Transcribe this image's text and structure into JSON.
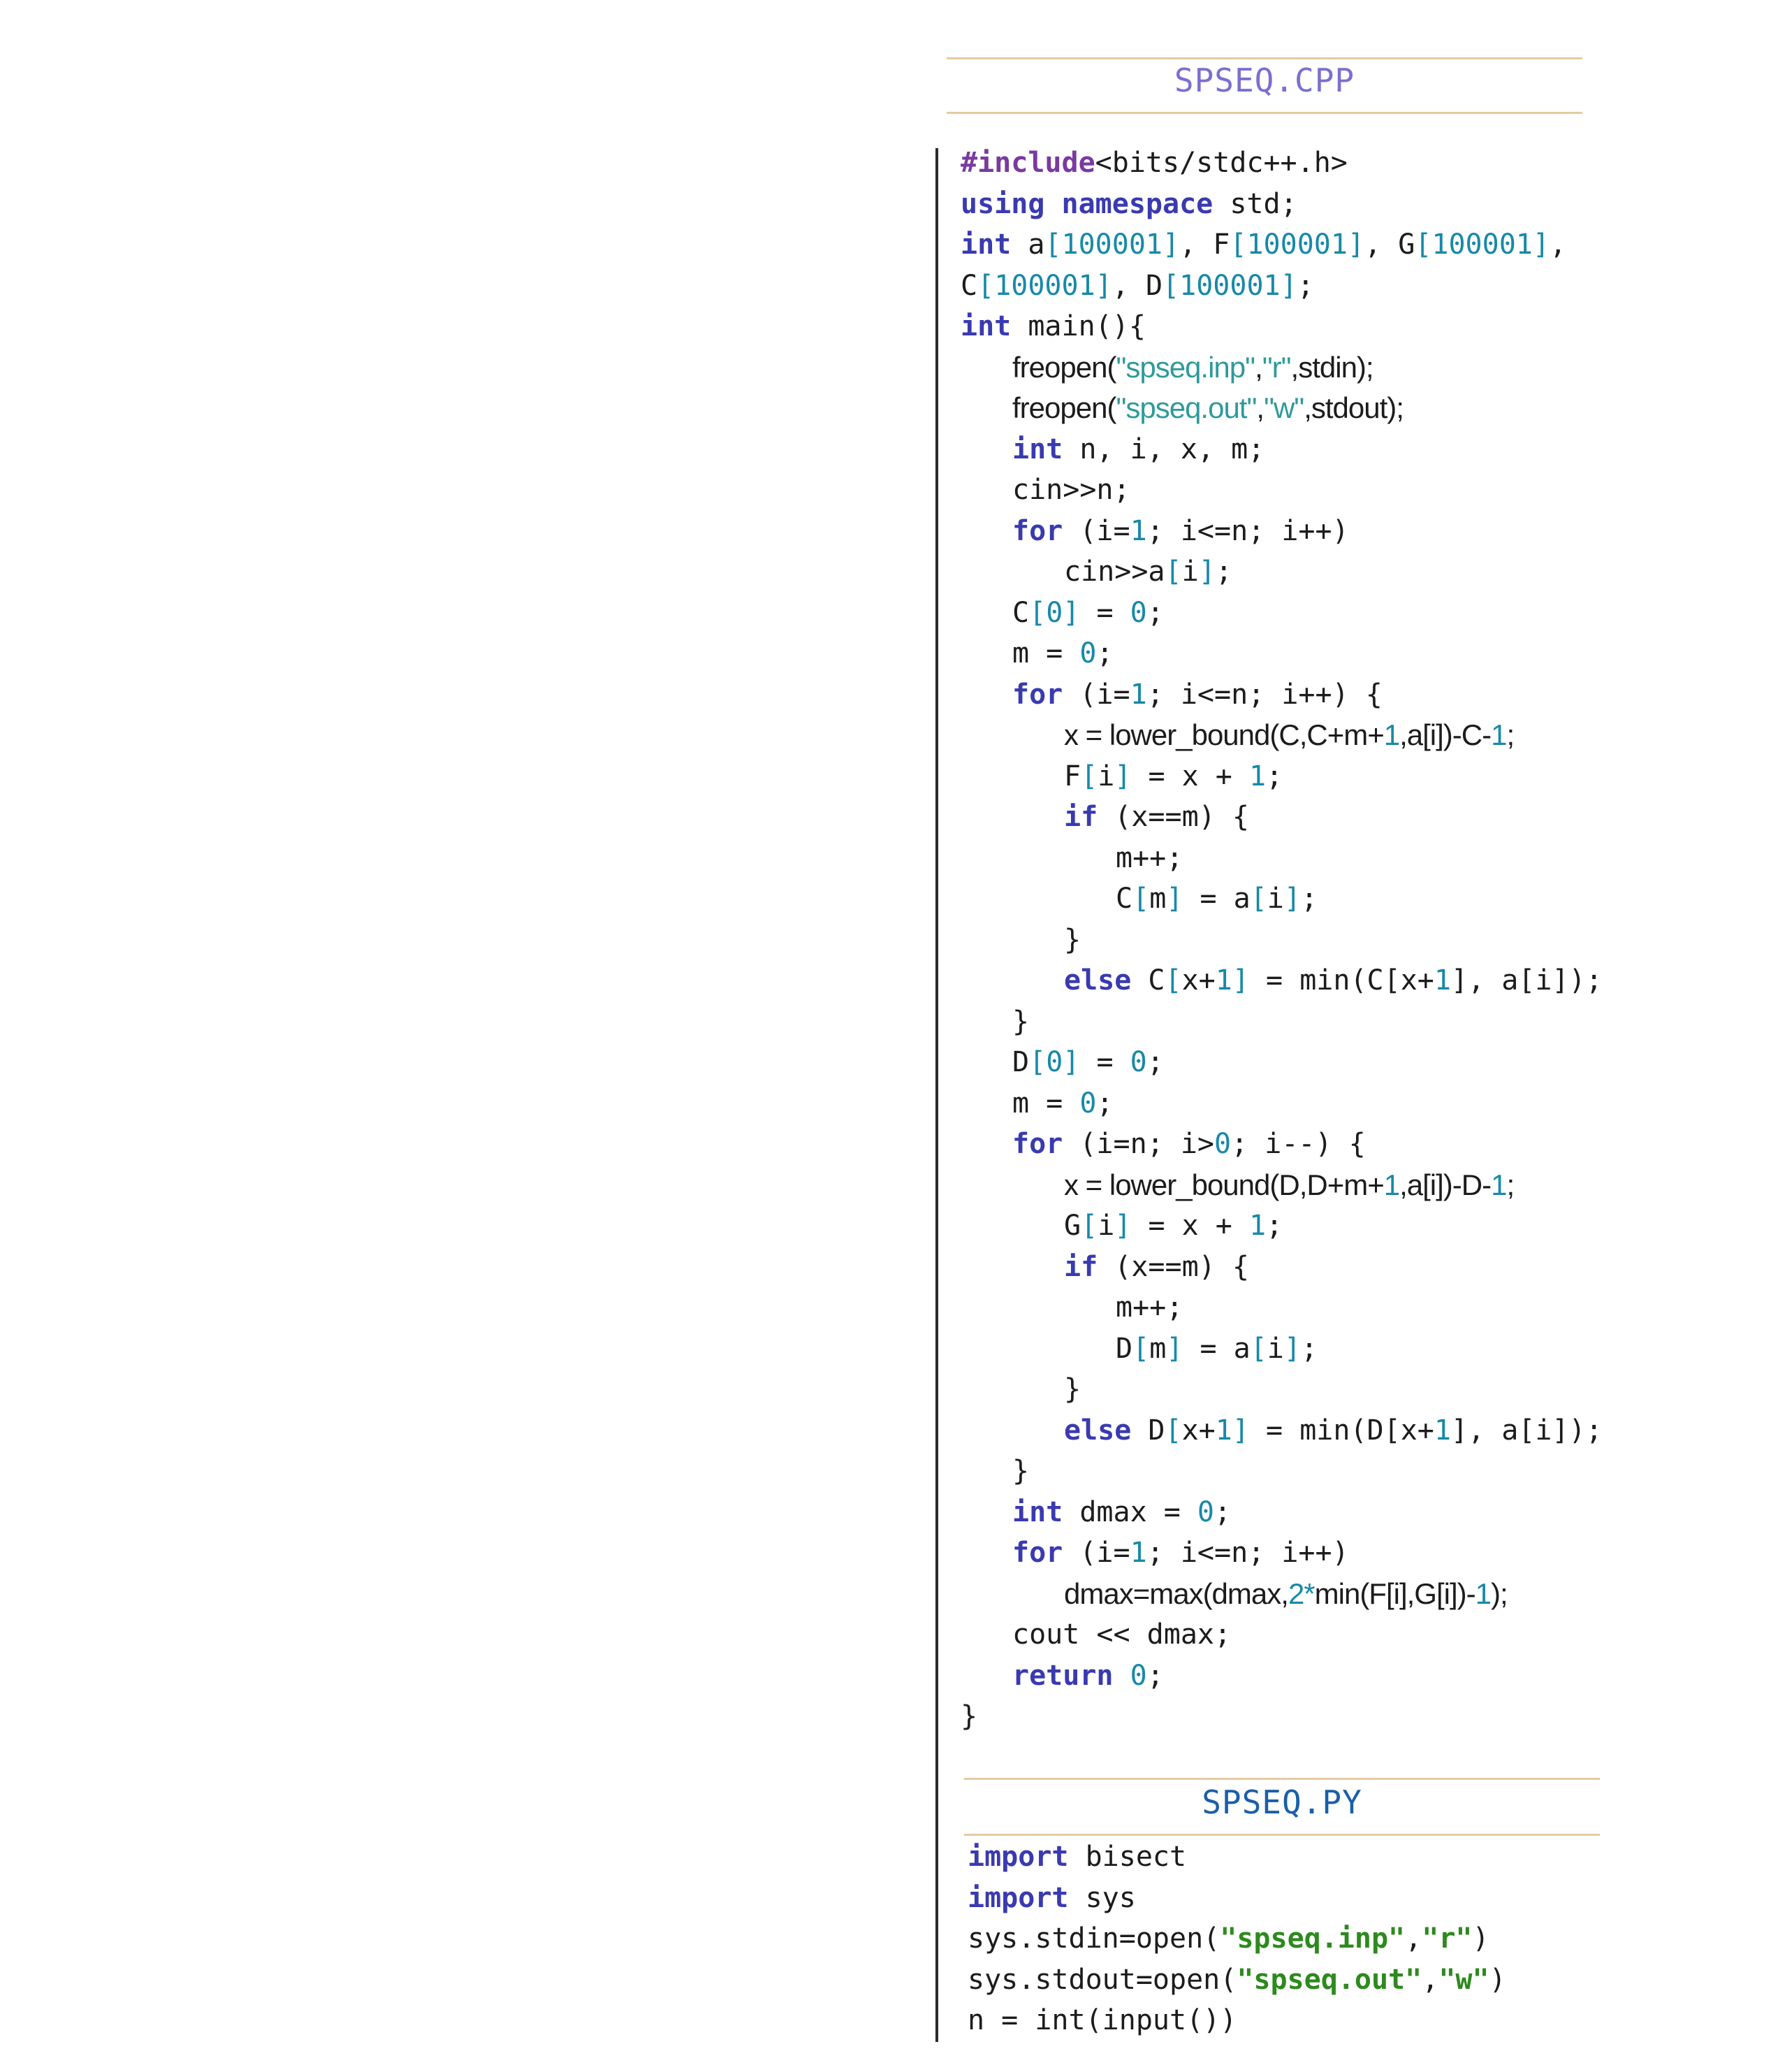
{
  "cpp": {
    "title": "SPSEQ.CPP",
    "title_color": "#7b6fd0",
    "lines": [
      {
        "indent": 0,
        "tokens": [
          [
            "pp",
            "#include"
          ],
          [
            "",
            "<bits/stdc++.h>"
          ]
        ]
      },
      {
        "indent": 0,
        "tokens": [
          [
            "kw",
            "using"
          ],
          [
            "",
            " "
          ],
          [
            "kw",
            "namespace"
          ],
          [
            "",
            " std;"
          ]
        ]
      },
      {
        "indent": 0,
        "tokens": [
          [
            "kw",
            "int"
          ],
          [
            "",
            " a"
          ],
          [
            "br",
            "["
          ],
          [
            "num",
            "100001"
          ],
          [
            "br",
            "]"
          ],
          [
            "",
            ", F"
          ],
          [
            "br",
            "["
          ],
          [
            "num",
            "100001"
          ],
          [
            "br",
            "]"
          ],
          [
            "",
            ", G"
          ],
          [
            "br",
            "["
          ],
          [
            "num",
            "100001"
          ],
          [
            "br",
            "]"
          ],
          [
            "",
            ","
          ]
        ]
      },
      {
        "indent": 0,
        "tokens": [
          [
            "",
            "C"
          ],
          [
            "br",
            "["
          ],
          [
            "num",
            "100001"
          ],
          [
            "br",
            "]"
          ],
          [
            "",
            ", D"
          ],
          [
            "br",
            "["
          ],
          [
            "num",
            "100001"
          ],
          [
            "br",
            "]"
          ],
          [
            "",
            ";"
          ]
        ]
      },
      {
        "indent": 0,
        "tokens": [
          [
            "kw",
            "int"
          ],
          [
            "",
            " main(){"
          ]
        ]
      },
      {
        "indent": 1,
        "prop": true,
        "tokens": [
          [
            "",
            "freopen("
          ],
          [
            "str",
            "\"spseq.inp\""
          ],
          [
            "",
            ","
          ],
          [
            "str",
            "\"r\""
          ],
          [
            "",
            ",stdin);"
          ]
        ]
      },
      {
        "indent": 1,
        "prop": true,
        "tokens": [
          [
            "",
            "freopen("
          ],
          [
            "str",
            "\"spseq.out\""
          ],
          [
            "",
            ","
          ],
          [
            "str",
            "\"w\""
          ],
          [
            "",
            ",stdout);"
          ]
        ]
      },
      {
        "indent": 1,
        "tokens": [
          [
            "kw",
            "int"
          ],
          [
            "",
            " n, i, x, m;"
          ]
        ]
      },
      {
        "indent": 1,
        "tokens": [
          [
            "",
            "cin>>n;"
          ]
        ]
      },
      {
        "indent": 1,
        "tokens": [
          [
            "kw",
            "for"
          ],
          [
            "",
            " (i="
          ],
          [
            "num",
            "1"
          ],
          [
            "",
            "; i<=n; i++)"
          ]
        ]
      },
      {
        "indent": 2,
        "tokens": [
          [
            "",
            "cin>>a"
          ],
          [
            "br",
            "["
          ],
          [
            "",
            "i"
          ],
          [
            "br",
            "]"
          ],
          [
            "",
            ";"
          ]
        ]
      },
      {
        "indent": 1,
        "tokens": [
          [
            "",
            "C"
          ],
          [
            "br",
            "["
          ],
          [
            "num",
            "0"
          ],
          [
            "br",
            "]"
          ],
          [
            "",
            " = "
          ],
          [
            "num",
            "0"
          ],
          [
            "",
            ";"
          ]
        ]
      },
      {
        "indent": 1,
        "tokens": [
          [
            "",
            "m = "
          ],
          [
            "num",
            "0"
          ],
          [
            "",
            ";"
          ]
        ]
      },
      {
        "indent": 1,
        "tokens": [
          [
            "kw",
            "for"
          ],
          [
            "",
            " (i="
          ],
          [
            "num",
            "1"
          ],
          [
            "",
            "; i<=n; i++) {"
          ]
        ]
      },
      {
        "indent": 2,
        "prop": true,
        "tokens": [
          [
            "",
            "x = lower_bound(C,C+m+"
          ],
          [
            "num",
            "1"
          ],
          [
            "",
            ",a[i])-C-"
          ],
          [
            "num",
            "1"
          ],
          [
            "",
            ";"
          ]
        ]
      },
      {
        "indent": 2,
        "tokens": [
          [
            "",
            "F"
          ],
          [
            "br",
            "["
          ],
          [
            "",
            "i"
          ],
          [
            "br",
            "]"
          ],
          [
            "",
            " = x + "
          ],
          [
            "num",
            "1"
          ],
          [
            "",
            ";"
          ]
        ]
      },
      {
        "indent": 2,
        "tokens": [
          [
            "kw",
            "if"
          ],
          [
            "",
            " (x==m) {"
          ]
        ]
      },
      {
        "indent": 3,
        "tokens": [
          [
            "",
            "m++;"
          ]
        ]
      },
      {
        "indent": 3,
        "tokens": [
          [
            "",
            "C"
          ],
          [
            "br",
            "["
          ],
          [
            "",
            "m"
          ],
          [
            "br",
            "]"
          ],
          [
            "",
            " = a"
          ],
          [
            "br",
            "["
          ],
          [
            "",
            "i"
          ],
          [
            "br",
            "]"
          ],
          [
            "",
            ";"
          ]
        ]
      },
      {
        "indent": 2,
        "tokens": [
          [
            "",
            "}"
          ]
        ]
      },
      {
        "indent": 2,
        "tokens": [
          [
            "kw",
            "else"
          ],
          [
            "",
            " C"
          ],
          [
            "br",
            "["
          ],
          [
            "",
            "x+"
          ],
          [
            "num",
            "1"
          ],
          [
            "br",
            "]"
          ],
          [
            "",
            " = "
          ],
          [
            "",
            "min(C[x+"
          ],
          [
            "num",
            "1"
          ],
          [
            "",
            "], a[i]);"
          ]
        ]
      },
      {
        "indent": 1,
        "tokens": [
          [
            "",
            "}"
          ]
        ]
      },
      {
        "indent": 1,
        "tokens": [
          [
            "",
            "D"
          ],
          [
            "br",
            "["
          ],
          [
            "num",
            "0"
          ],
          [
            "br",
            "]"
          ],
          [
            "",
            " = "
          ],
          [
            "num",
            "0"
          ],
          [
            "",
            ";"
          ]
        ]
      },
      {
        "indent": 1,
        "tokens": [
          [
            "",
            "m = "
          ],
          [
            "num",
            "0"
          ],
          [
            "",
            ";"
          ]
        ]
      },
      {
        "indent": 1,
        "tokens": [
          [
            "kw",
            "for"
          ],
          [
            "",
            " (i=n; i>"
          ],
          [
            "num",
            "0"
          ],
          [
            "",
            "; i--) {"
          ]
        ]
      },
      {
        "indent": 2,
        "prop": true,
        "tokens": [
          [
            "",
            "x = lower_bound(D,D+m+"
          ],
          [
            "num",
            "1"
          ],
          [
            "",
            ",a[i])-D-"
          ],
          [
            "num",
            "1"
          ],
          [
            "",
            ";"
          ]
        ]
      },
      {
        "indent": 2,
        "tokens": [
          [
            "",
            "G"
          ],
          [
            "br",
            "["
          ],
          [
            "",
            "i"
          ],
          [
            "br",
            "]"
          ],
          [
            "",
            " = x + "
          ],
          [
            "num",
            "1"
          ],
          [
            "",
            ";"
          ]
        ]
      },
      {
        "indent": 2,
        "tokens": [
          [
            "kw",
            "if"
          ],
          [
            "",
            " (x==m) {"
          ]
        ]
      },
      {
        "indent": 3,
        "tokens": [
          [
            "",
            "m++;"
          ]
        ]
      },
      {
        "indent": 3,
        "tokens": [
          [
            "",
            "D"
          ],
          [
            "br",
            "["
          ],
          [
            "",
            "m"
          ],
          [
            "br",
            "]"
          ],
          [
            "",
            " = a"
          ],
          [
            "br",
            "["
          ],
          [
            "",
            "i"
          ],
          [
            "br",
            "]"
          ],
          [
            "",
            ";"
          ]
        ]
      },
      {
        "indent": 2,
        "tokens": [
          [
            "",
            "}"
          ]
        ]
      },
      {
        "indent": 2,
        "tokens": [
          [
            "kw",
            "else"
          ],
          [
            "",
            " D"
          ],
          [
            "br",
            "["
          ],
          [
            "",
            "x+"
          ],
          [
            "num",
            "1"
          ],
          [
            "br",
            "]"
          ],
          [
            "",
            " = "
          ],
          [
            "",
            "min(D[x+"
          ],
          [
            "num",
            "1"
          ],
          [
            "",
            "], a[i]);"
          ]
        ]
      },
      {
        "indent": 1,
        "tokens": [
          [
            "",
            "}"
          ]
        ]
      },
      {
        "indent": 1,
        "tokens": [
          [
            "kw",
            "int"
          ],
          [
            "",
            " dmax = "
          ],
          [
            "num",
            "0"
          ],
          [
            "",
            ";"
          ]
        ]
      },
      {
        "indent": 1,
        "tokens": [
          [
            "kw",
            "for"
          ],
          [
            "",
            " (i="
          ],
          [
            "num",
            "1"
          ],
          [
            "",
            "; i<=n; i++)"
          ]
        ]
      },
      {
        "indent": 2,
        "prop": true,
        "tokens": [
          [
            "",
            "dmax=max(dmax,"
          ],
          [
            "num",
            "2*"
          ],
          [
            "",
            "min(F[i],G[i])-"
          ],
          [
            "num",
            "1"
          ],
          [
            "",
            ");"
          ]
        ]
      },
      {
        "indent": 1,
        "tokens": [
          [
            "",
            "cout << dmax;"
          ]
        ]
      },
      {
        "indent": 1,
        "tokens": [
          [
            "kw",
            "return"
          ],
          [
            "",
            " "
          ],
          [
            "num",
            "0"
          ],
          [
            "",
            ";"
          ]
        ]
      },
      {
        "indent": 0,
        "tokens": [
          [
            "",
            "}"
          ]
        ]
      }
    ]
  },
  "py": {
    "title": "SPSEQ.PY",
    "title_color": "#1a5fa8",
    "lines": [
      {
        "indent": 0,
        "tokens": [
          [
            "kw",
            "import"
          ],
          [
            "",
            " bisect"
          ]
        ]
      },
      {
        "indent": 0,
        "tokens": [
          [
            "kw",
            "import"
          ],
          [
            "",
            " sys"
          ]
        ]
      },
      {
        "indent": 0,
        "tokens": [
          [
            "",
            "sys.stdin=open("
          ],
          [
            "pstr",
            "\"spseq.inp\""
          ],
          [
            "",
            ","
          ],
          [
            "pstr",
            "\"r\""
          ],
          [
            "",
            ")"
          ]
        ]
      },
      {
        "indent": 0,
        "tokens": [
          [
            "",
            "sys.stdout=open("
          ],
          [
            "pstr",
            "\"spseq.out\""
          ],
          [
            "",
            ","
          ],
          [
            "pstr",
            "\"w\""
          ],
          [
            "",
            ")"
          ]
        ]
      },
      {
        "indent": 0,
        "tokens": [
          [
            "",
            "n = int(input())"
          ]
        ]
      }
    ]
  }
}
